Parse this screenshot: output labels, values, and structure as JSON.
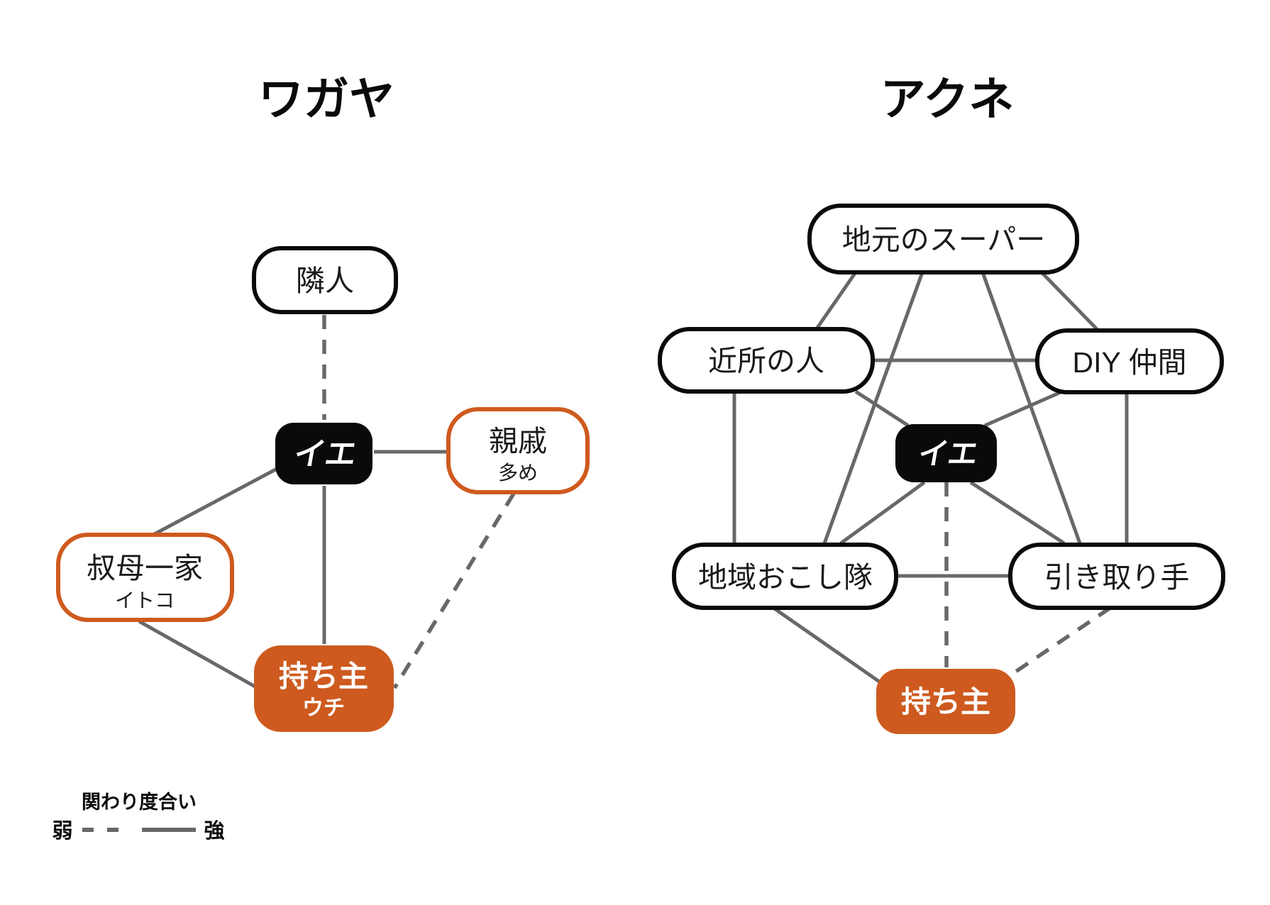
{
  "wagaya": {
    "title": "ワガヤ",
    "nodes": {
      "rinjin": {
        "label": "隣人"
      },
      "ie": {
        "label": "イエ"
      },
      "shinseki": {
        "label": "親戚",
        "sublabel": "多め"
      },
      "obaikka": {
        "label": "叔母一家",
        "sublabel": "イトコ"
      },
      "mochinushi": {
        "label": "持ち主",
        "sublabel": "ウチ"
      }
    },
    "edges": [
      {
        "from": "隣人",
        "to": "イエ",
        "strength": "weak"
      },
      {
        "from": "イエ",
        "to": "親戚",
        "strength": "strong"
      },
      {
        "from": "イエ",
        "to": "叔母一家",
        "strength": "strong"
      },
      {
        "from": "イエ",
        "to": "持ち主",
        "strength": "strong"
      },
      {
        "from": "叔母一家",
        "to": "持ち主",
        "strength": "strong"
      },
      {
        "from": "親戚",
        "to": "持ち主",
        "strength": "weak"
      }
    ]
  },
  "akune": {
    "title": "アクネ",
    "nodes": {
      "supermarket": {
        "label": "地元のスーパー"
      },
      "kinjo": {
        "label": "近所の人"
      },
      "diy": {
        "label": "DIY 仲間"
      },
      "ie": {
        "label": "イエ"
      },
      "chiiki": {
        "label": "地域おこし隊"
      },
      "hikitori": {
        "label": "引き取り手"
      },
      "mochinushi": {
        "label": "持ち主"
      }
    },
    "edges": [
      {
        "from": "地元のスーパー",
        "to": "近所の人",
        "strength": "strong"
      },
      {
        "from": "地元のスーパー",
        "to": "地域おこし隊",
        "strength": "strong"
      },
      {
        "from": "地元のスーパー",
        "to": "引き取り手",
        "strength": "strong"
      },
      {
        "from": "地元のスーパー",
        "to": "DIY 仲間",
        "strength": "strong"
      },
      {
        "from": "近所の人",
        "to": "DIY 仲間",
        "strength": "strong"
      },
      {
        "from": "近所の人",
        "to": "イエ",
        "strength": "strong"
      },
      {
        "from": "近所の人",
        "to": "地域おこし隊",
        "strength": "strong"
      },
      {
        "from": "DIY 仲間",
        "to": "イエ",
        "strength": "strong"
      },
      {
        "from": "DIY 仲間",
        "to": "引き取り手",
        "strength": "strong"
      },
      {
        "from": "イエ",
        "to": "地域おこし隊",
        "strength": "strong"
      },
      {
        "from": "イエ",
        "to": "引き取り手",
        "strength": "strong"
      },
      {
        "from": "イエ",
        "to": "持ち主",
        "strength": "weak"
      },
      {
        "from": "地域おこし隊",
        "to": "引き取り手",
        "strength": "strong"
      },
      {
        "from": "地域おこし隊",
        "to": "持ち主",
        "strength": "strong"
      },
      {
        "from": "引き取り手",
        "to": "持ち主",
        "strength": "weak"
      }
    ]
  },
  "legend": {
    "title": "関わり度合い",
    "weak_label": "弱",
    "strong_label": "強"
  },
  "colors": {
    "accent_orange": "#CE5A1F",
    "line_gray": "#686868",
    "node_black": "#0a0a0a"
  }
}
